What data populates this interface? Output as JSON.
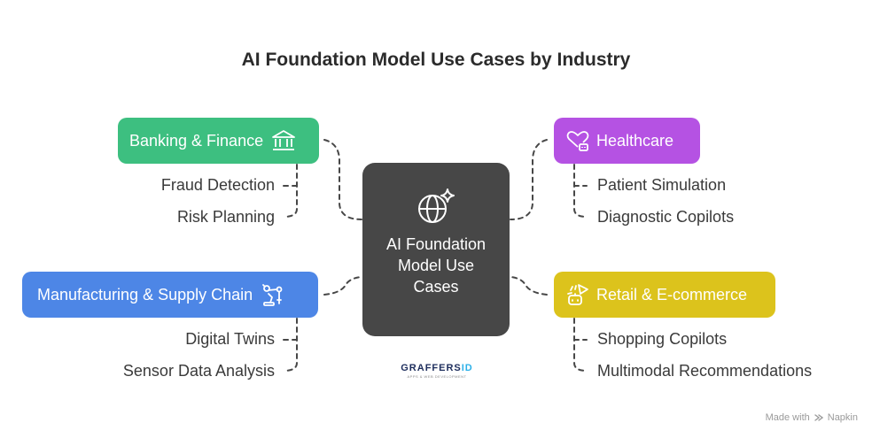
{
  "title": "AI Foundation Model Use Cases by Industry",
  "center": {
    "label": "AI Foundation Model Use Cases",
    "icon": "globe-sparkle-icon",
    "color": "#474747"
  },
  "industries": {
    "banking": {
      "label": "Banking & Finance",
      "icon": "bank-icon",
      "color": "#3dbf80",
      "use_cases": [
        "Fraud Detection",
        "Risk Planning"
      ]
    },
    "healthcare": {
      "label": "Healthcare",
      "icon": "heart-hand-icon",
      "color": "#b552e3",
      "use_cases": [
        "Patient Simulation",
        "Diagnostic Copilots"
      ]
    },
    "manufacturing": {
      "label": "Manufacturing & Supply Chain",
      "icon": "robot-arm-icon",
      "color": "#4d86e6",
      "use_cases": [
        "Digital Twins",
        "Sensor Data Analysis"
      ]
    },
    "retail": {
      "label": "Retail & E-commerce",
      "icon": "megaphone-bot-icon",
      "color": "#dcc31c",
      "use_cases": [
        "Shopping Copilots",
        "Multimodal Recommendations"
      ]
    }
  },
  "brand": {
    "name_part1": "GRAFFERS",
    "name_part2": "ID",
    "tagline": "APPS & WEB DEVELOPMENT"
  },
  "footer": {
    "made_with": "Made with",
    "app_name": "Napkin",
    "icon": "napkin-icon"
  }
}
